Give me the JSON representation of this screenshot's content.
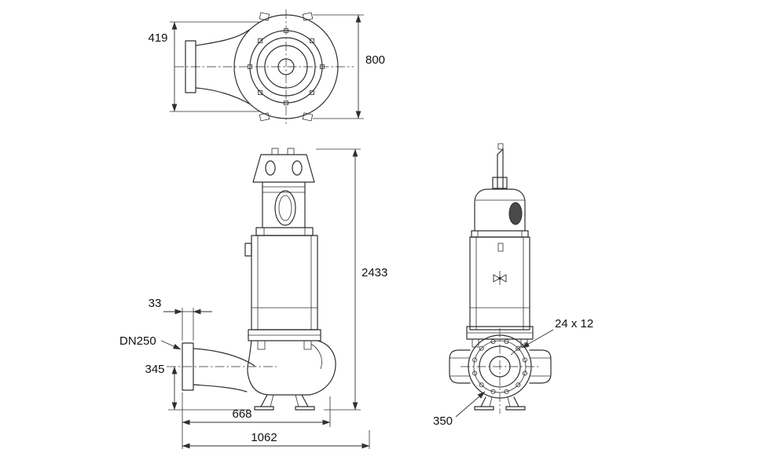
{
  "colors": {
    "line": "#2f2f2f",
    "background": "#ffffff",
    "text": "#111111"
  },
  "dims": {
    "d419": "419",
    "d800": "800",
    "d2433": "2433",
    "d33": "33",
    "dn250": "DN250",
    "d345": "345",
    "d668": "668",
    "d1062": "1062",
    "bolt_callout": "24 x 12",
    "d350": "350"
  }
}
